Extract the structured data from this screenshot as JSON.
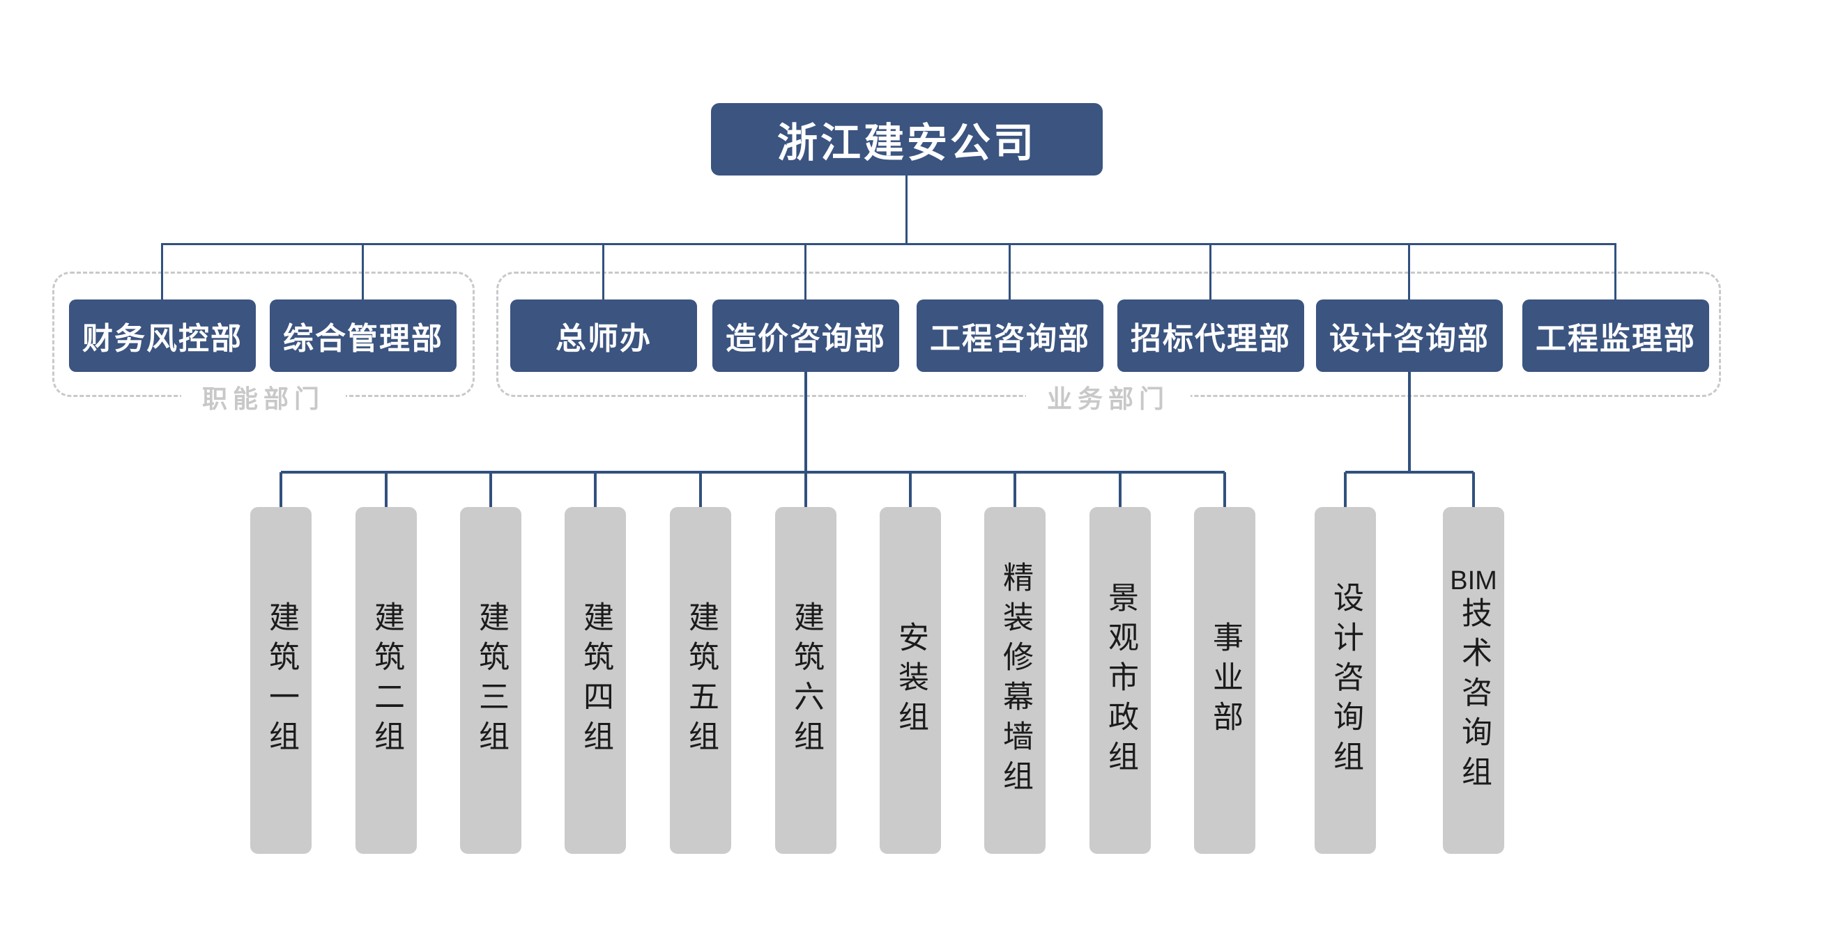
{
  "root": {
    "label": "浙江建安公司"
  },
  "functional_group": {
    "label": "职能部门",
    "departments": [
      "财务风控部",
      "综合管理部"
    ]
  },
  "business_group": {
    "label": "业务部门",
    "departments": [
      "总师办",
      "造价咨询部",
      "工程咨询部",
      "招标代理部",
      "设计咨询部",
      "工程监理部"
    ]
  },
  "cost_consulting_teams": [
    "建筑一组",
    "建筑二组",
    "建筑三组",
    "建筑四组",
    "建筑五组",
    "建筑六组",
    "安装组",
    "精装修幕墙组",
    "景观市政组",
    "事业部"
  ],
  "design_consulting_teams": [
    "设计咨询组",
    "BIM技术咨询组"
  ],
  "colors": {
    "node_blue": "#3B5480",
    "connector_navy": "#31517E",
    "team_gray": "#CBCBCB",
    "frame_dash_gray": "#C9C9C9",
    "group_label_gray": "#C8C8C8",
    "team_text": "#1B1B1B",
    "node_text": "#FFFFFF",
    "background": "#FFFFFF"
  }
}
